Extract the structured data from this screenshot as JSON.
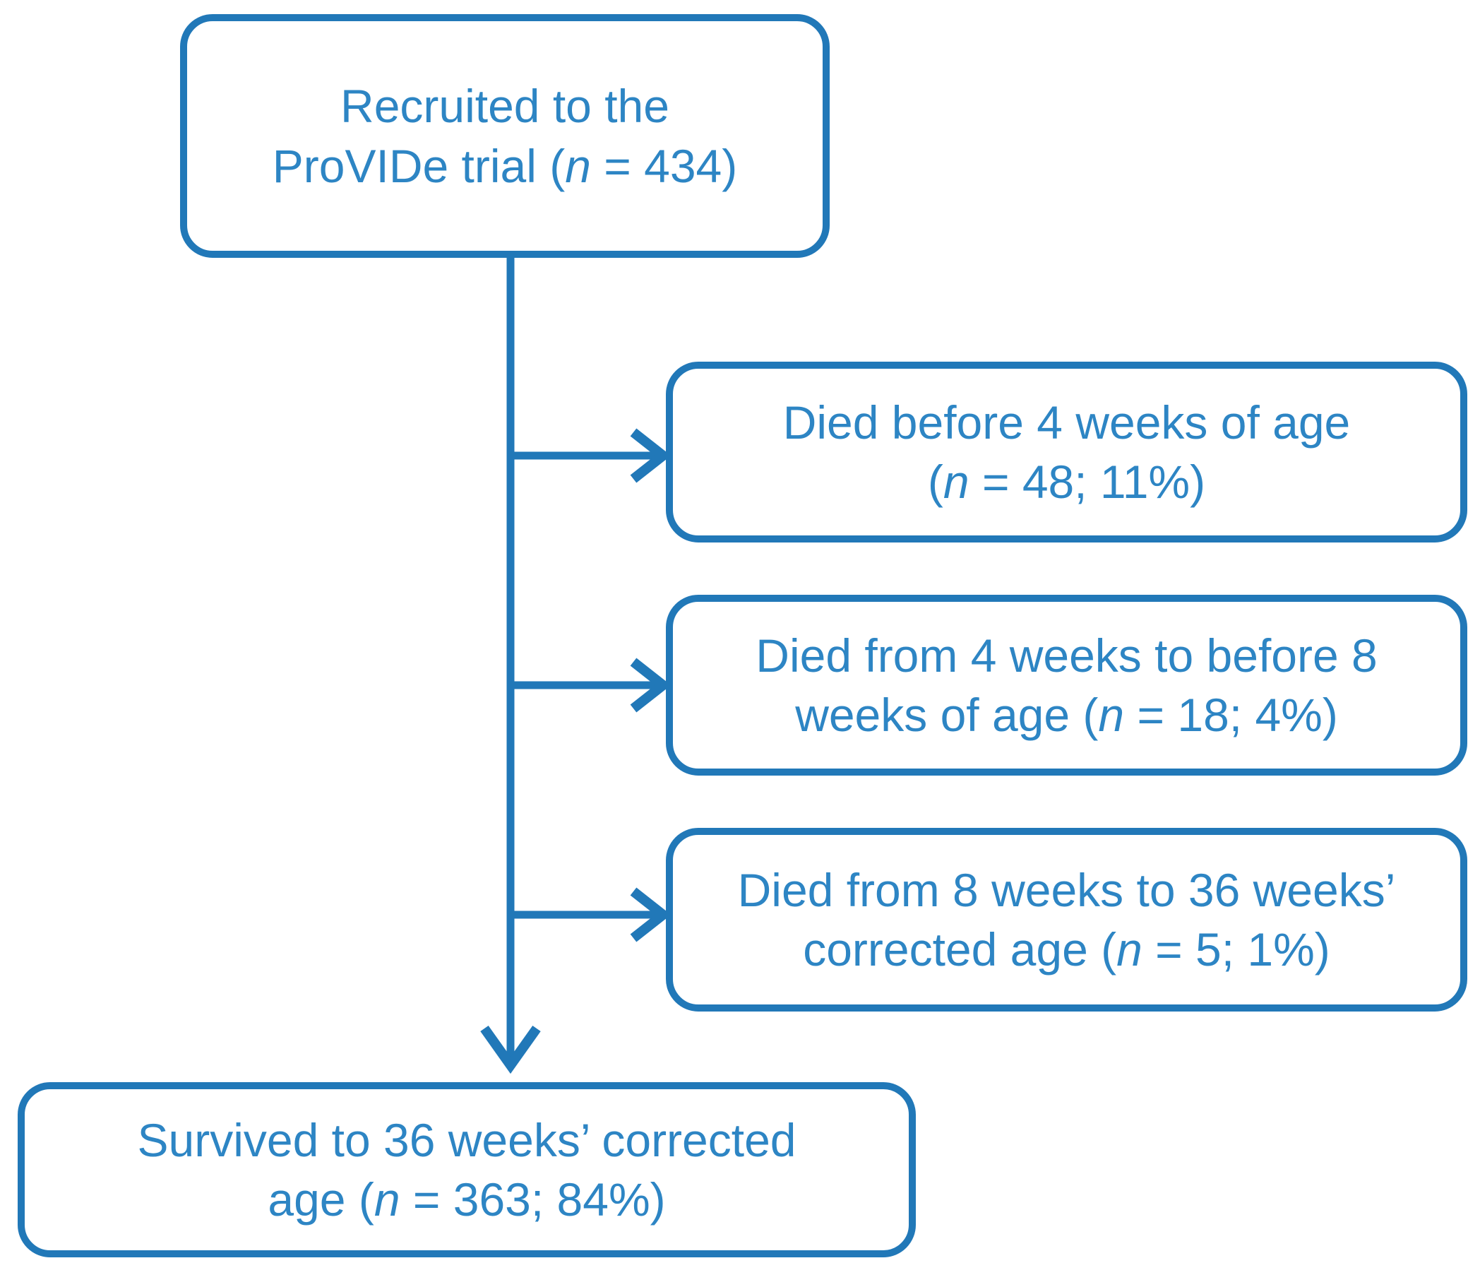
{
  "figure": {
    "kind": "flow-diagram",
    "colors": {
      "line": "#2178B8",
      "text": "#2D85C4",
      "background": "#FFFFFF"
    },
    "nodes": [
      {
        "id": "recruited",
        "n": 434,
        "lines": [
          [
            {
              "t": "Recruited to the"
            }
          ],
          [
            {
              "t": "ProVIDe trial ("
            },
            {
              "t": "n",
              "i": true
            },
            {
              "t": " = 434)"
            }
          ]
        ]
      },
      {
        "id": "died-before-4-weeks",
        "n": 48,
        "percent": "11%",
        "lines": [
          [
            {
              "t": "Died before 4 weeks of age"
            }
          ],
          [
            {
              "t": "("
            },
            {
              "t": "n",
              "i": true
            },
            {
              "t": " = 48; 11%)"
            }
          ]
        ]
      },
      {
        "id": "died-4-to-8-weeks",
        "n": 18,
        "percent": "4%",
        "lines": [
          [
            {
              "t": "Died from 4 weeks to before 8"
            }
          ],
          [
            {
              "t": "weeks of age ("
            },
            {
              "t": "n",
              "i": true
            },
            {
              "t": " = 18; 4%)"
            }
          ]
        ]
      },
      {
        "id": "died-8-to-36-weeks",
        "n": 5,
        "percent": "1%",
        "lines": [
          [
            {
              "t": "Died from 8 weeks to 36 weeks’"
            }
          ],
          [
            {
              "t": "corrected age ("
            },
            {
              "t": "n",
              "i": true
            },
            {
              "t": " = 5; 1%)"
            }
          ]
        ]
      },
      {
        "id": "survived-to-36-weeks",
        "n": 363,
        "percent": "84%",
        "lines": [
          [
            {
              "t": "Survived to 36 weeks’ corrected"
            }
          ],
          [
            {
              "t": "age ("
            },
            {
              "t": "n",
              "i": true
            },
            {
              "t": " = 363; 84%)"
            }
          ]
        ]
      }
    ]
  }
}
